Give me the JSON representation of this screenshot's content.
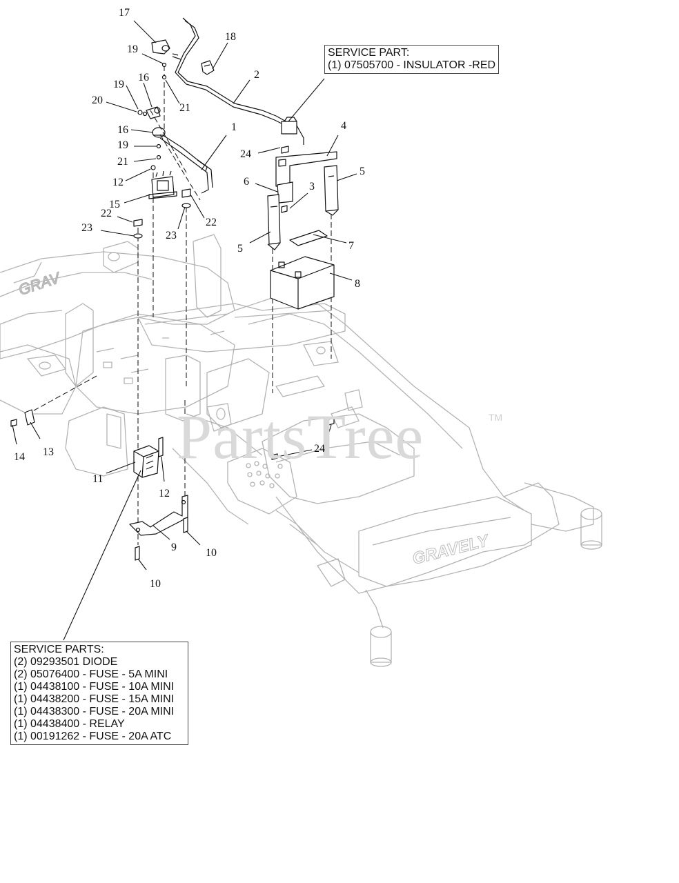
{
  "watermark": "PartsTree",
  "trademark": "TM",
  "frame_brand": "GRAVELY",
  "service_part_top": {
    "heading": "SERVICE PART:",
    "lines": [
      "(1) 07505700 - INSULATOR -RED"
    ]
  },
  "service_parts_bottom": {
    "heading": "SERVICE PARTS:",
    "lines": [
      "(2) 09293501 DIODE",
      "(2) 05076400 - FUSE - 5A MINI",
      "(1) 04438100 - FUSE - 10A MINI",
      "(1) 04438200 - FUSE - 15A MINI",
      "(1) 04438300 - FUSE - 20A MINI",
      "(1) 04438400 - RELAY",
      "(1) 00191262 - FUSE - 20A ATC"
    ]
  },
  "callouts": {
    "c17": "17",
    "c18": "18",
    "c19a": "19",
    "c2": "2",
    "c16a": "16",
    "c19b": "19",
    "c20": "20",
    "c21a": "21",
    "c1": "1",
    "c16b": "16",
    "c19c": "19",
    "c21b": "21",
    "c12a": "12",
    "c24a": "24",
    "c4": "4",
    "c5a": "5",
    "c6": "6",
    "c3": "3",
    "c15": "15",
    "c22a": "22",
    "c22b": "22",
    "c23a": "23",
    "c23b": "23",
    "c5b": "5",
    "c7": "7",
    "c8": "8",
    "c14": "14",
    "c13": "13",
    "c24b": "24",
    "c11": "11",
    "c12b": "12",
    "c9": "9",
    "c10a": "10",
    "c10b": "10"
  }
}
